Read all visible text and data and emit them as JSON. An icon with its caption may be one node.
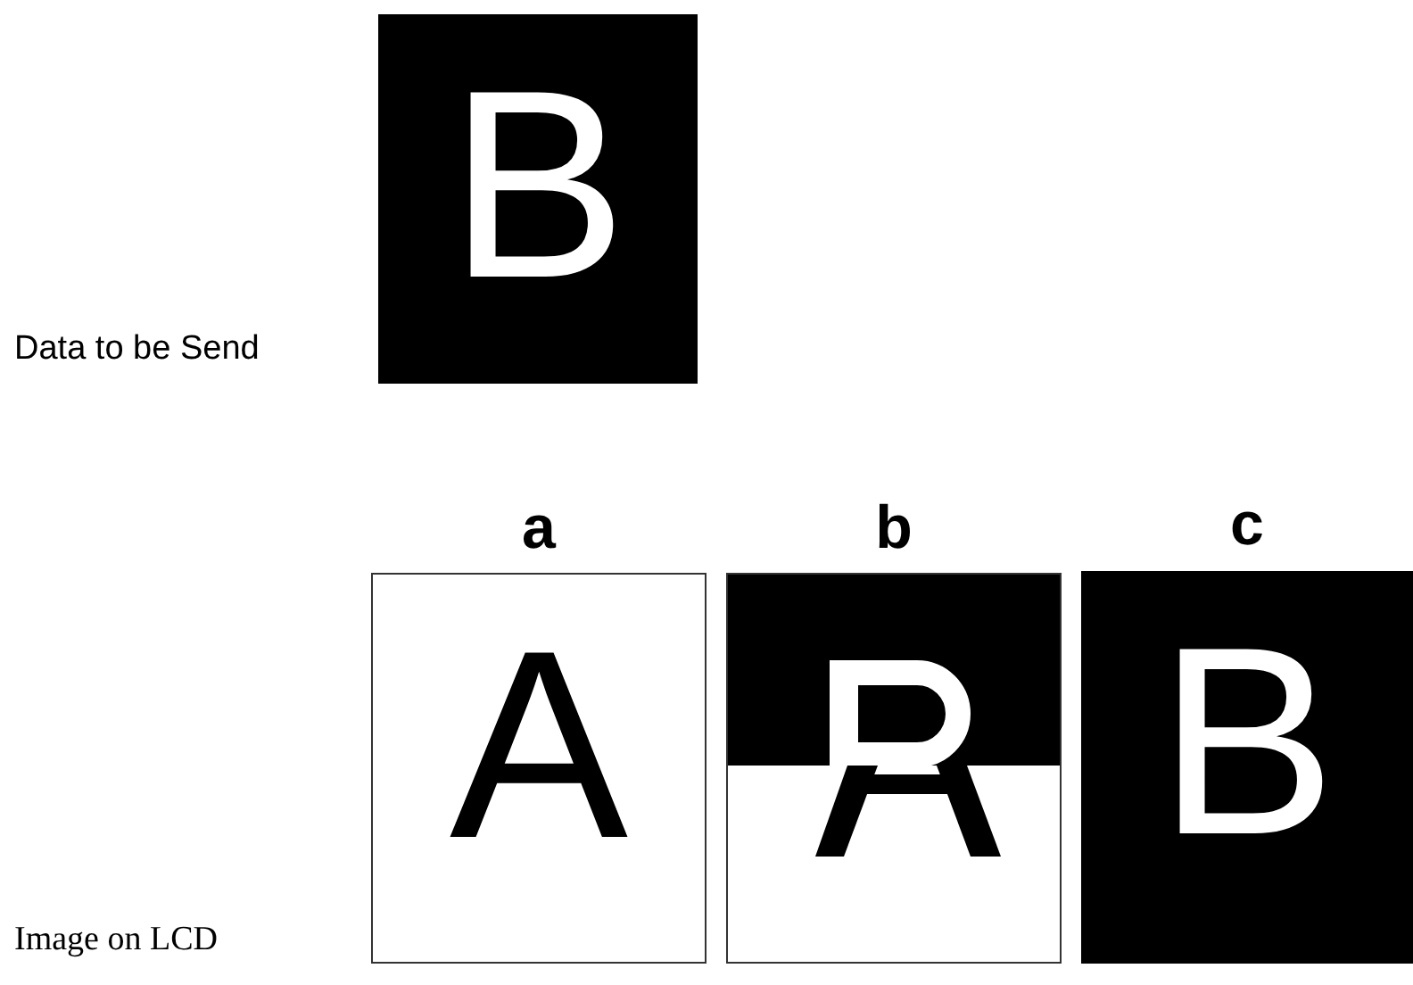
{
  "diagram": {
    "nodes": [
      {
        "text": [
          "B"
        ],
        "beside": [
          "Data to be Send"
        ]
      },
      {
        "text": [
          "a",
          "A"
        ]
      },
      {
        "text": [
          "b"
        ]
      },
      {
        "text": [
          "c",
          "B"
        ]
      }
    ],
    "labels": [
      "Image on LCD"
    ]
  }
}
